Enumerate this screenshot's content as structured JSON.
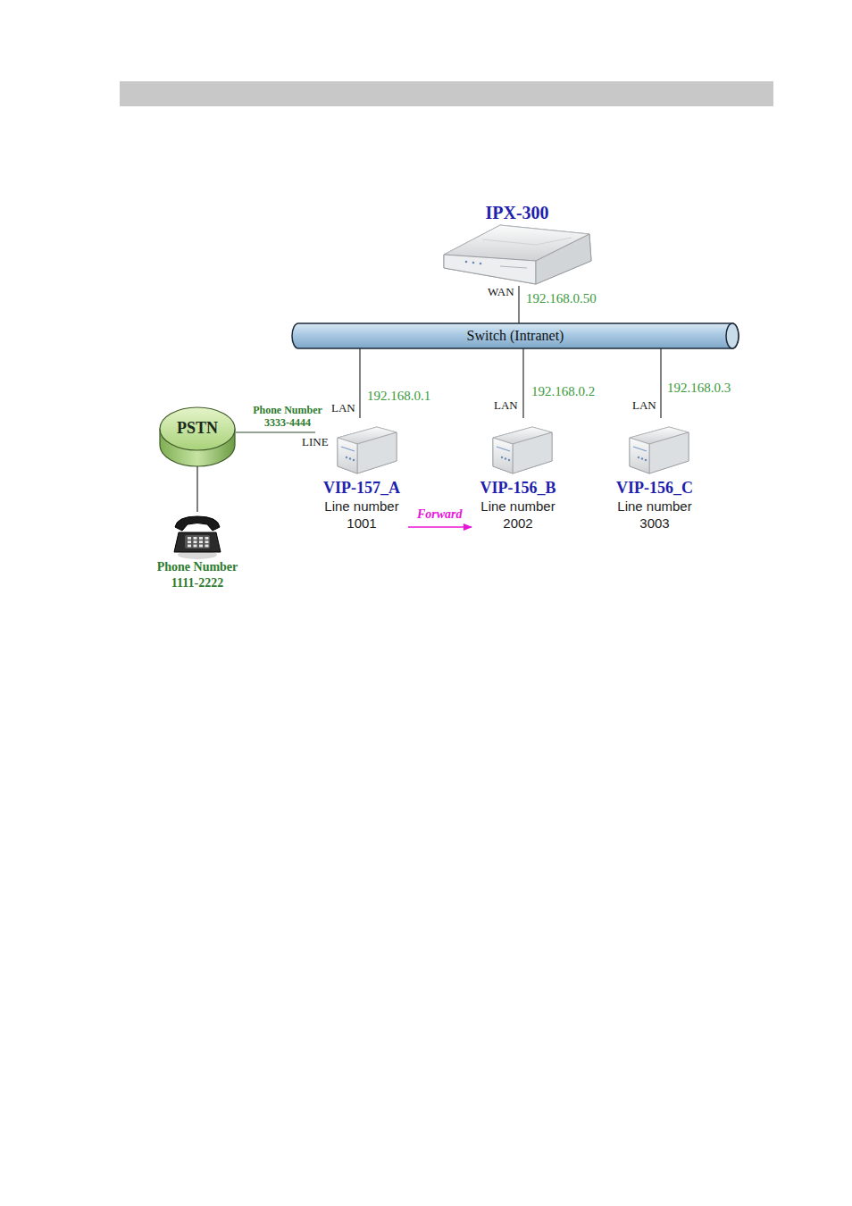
{
  "diagram": {
    "nodes": [
      {
        "text": [
          "IPX-300"
        ]
      },
      {
        "text": [
          "Switch (Intranet)"
        ]
      },
      {
        "text": [
          "PSTN"
        ]
      },
      {
        "text": [
          "VIP-157_A",
          "Line number 1001"
        ]
      },
      {
        "text": [
          "VIP-156_B",
          "Line number 2002"
        ]
      },
      {
        "text": [
          "VIP-156_C",
          "Line number 3003"
        ]
      },
      {
        "text": [
          "Phone Number 1111-2222"
        ]
      }
    ],
    "edges": [
      {
        "from": 0,
        "to": 1,
        "arrow": "none"
      },
      {
        "from": 1,
        "to": 3,
        "arrow": "none"
      },
      {
        "from": 1,
        "to": 4,
        "arrow": "none"
      },
      {
        "from": 1,
        "to": 5,
        "arrow": "none"
      },
      {
        "from": 2,
        "to": 3,
        "label": "Phone Number 3333-4444",
        "arrow": "none"
      },
      {
        "from": 2,
        "to": 6,
        "arrow": "none"
      },
      {
        "from": 3,
        "to": 4,
        "label": "Forward",
        "arrow": "to"
      }
    ],
    "labels": [
      "WAN",
      "192.168.0.50",
      "LAN",
      "192.168.0.1",
      "LAN",
      "192.168.0.2",
      "LAN",
      "192.168.0.3",
      "LINE"
    ]
  }
}
